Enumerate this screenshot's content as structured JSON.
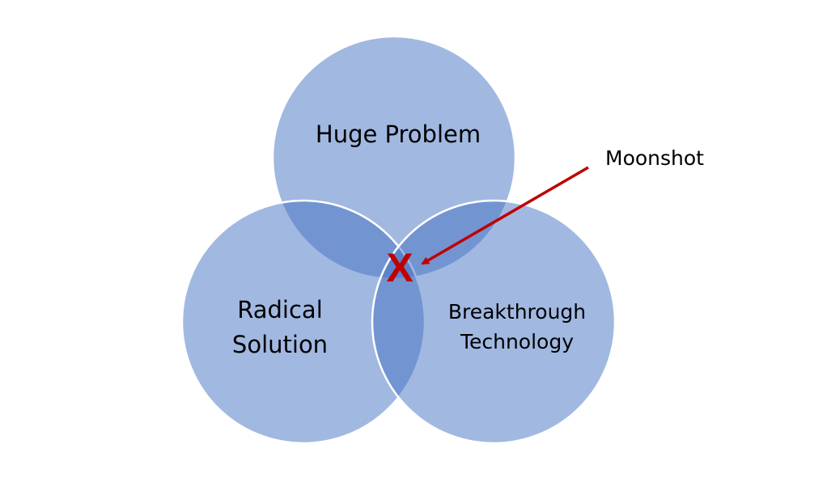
{
  "diagram": {
    "circles": [
      {
        "label_lines": [
          "Huge Problem"
        ]
      },
      {
        "label_lines": [
          "Radical",
          "Solution"
        ]
      },
      {
        "label_lines": [
          "Breakthrough",
          "Technology"
        ]
      }
    ],
    "intersection_mark": "X",
    "callout": "Moonshot",
    "colors": {
      "circle": "#4472c4",
      "mark": "#c00000",
      "arrow": "#c00000"
    }
  }
}
